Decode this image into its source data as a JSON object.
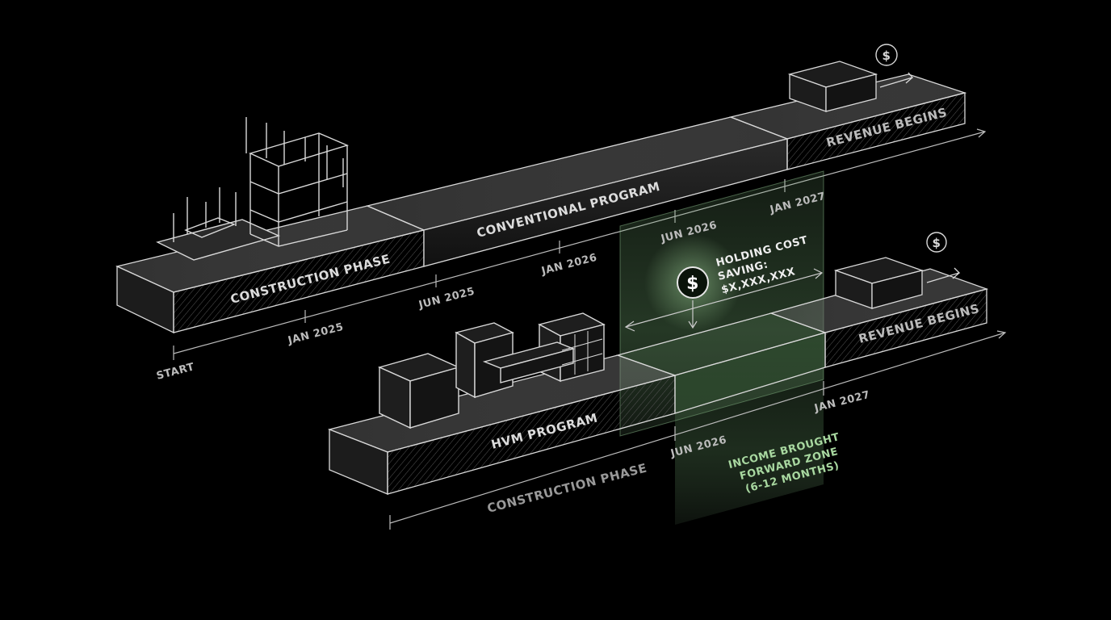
{
  "conventional": {
    "program_label": "CONVENTIONAL PROGRAM",
    "phase_label": "CONSTRUCTION PHASE",
    "revenue_label": "REVENUE BEGINS"
  },
  "hvm": {
    "program_label": "HVM PROGRAM",
    "phase_label": "CONSTRUCTION PHASE",
    "revenue_label": "REVENUE BEGINS"
  },
  "timeline_top": {
    "start": "START",
    "jan2025": "JAN 2025",
    "jun2025": "JUN 2025",
    "jan2026": "JAN 2026",
    "jun2026": "JUN 2026",
    "jan2027": "JAN 2027"
  },
  "timeline_bottom": {
    "jun2026": "JUN 2026",
    "jan2027": "JAN 2027"
  },
  "saving": {
    "line1": "HOLDING COST",
    "line2": "SAVING:",
    "line3": "$X,XXX,XXX",
    "symbol": "$"
  },
  "income_zone": {
    "line1": "INCOME BROUGHT",
    "line2": "FORWARD ZONE",
    "line3": "(6-12 MONTHS)"
  },
  "icons": {
    "dollar_top": "$",
    "dollar_bottom": "$"
  },
  "colors": {
    "background": "#000000",
    "line": "#d9d9d9",
    "accent_green": "#a8d8a0",
    "zone_fill": "#3a5a3a"
  }
}
